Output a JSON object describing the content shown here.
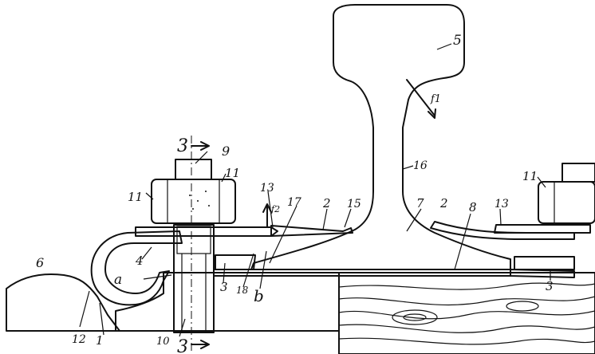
{
  "labels": {
    "l1": "1",
    "l2a": "2",
    "l2b": "2",
    "l3a": "3",
    "l3b": "3",
    "l4": "4",
    "l5": "5",
    "l6": "6",
    "l7": "7",
    "l8": "8",
    "l9": "9",
    "l10": "10",
    "l11a": "11",
    "l11b": "11",
    "l11c": "11",
    "l12": "12",
    "l13a": "13",
    "l13b": "13",
    "l15": "15",
    "l16": "16",
    "l17": "17",
    "l18": "18",
    "la": "a",
    "lb": "b",
    "lf1": "f1",
    "lf2": "f2",
    "sec_top": "3",
    "sec_bottom": "3"
  },
  "colors": {
    "ink": "#111111",
    "paper": "#ffffff"
  }
}
